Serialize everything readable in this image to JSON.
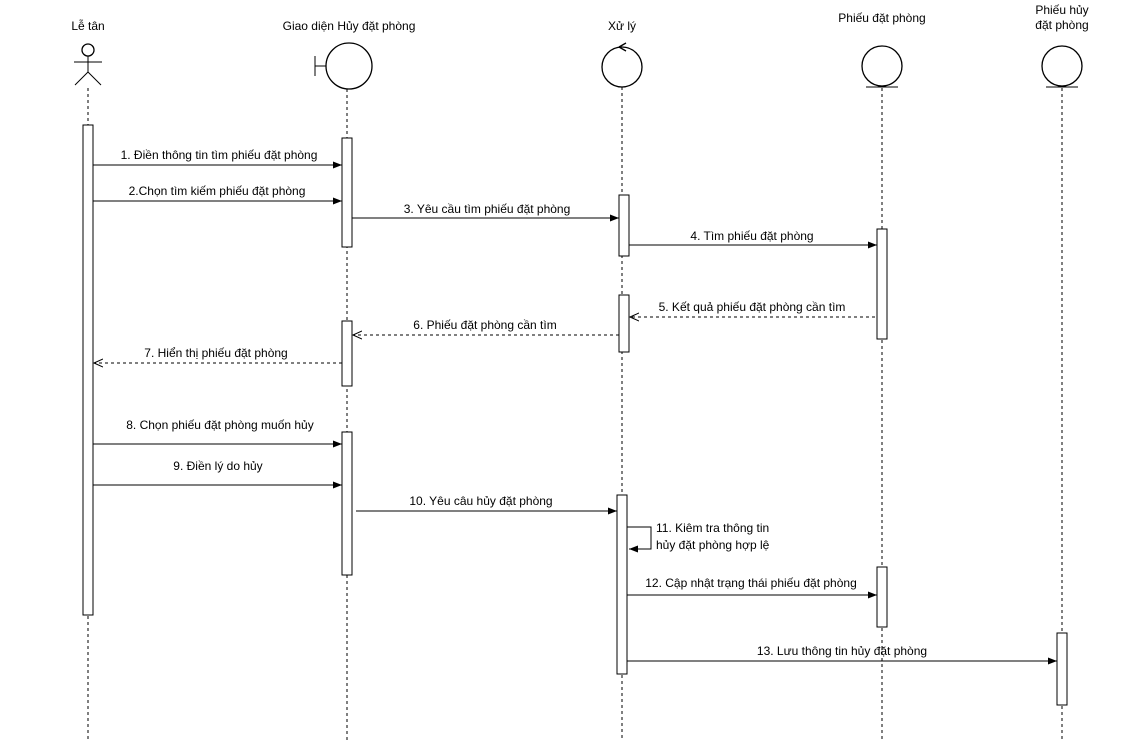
{
  "lifelines": [
    {
      "id": "le_tan",
      "kind": "actor",
      "label_lines": [
        "Lễ tân"
      ]
    },
    {
      "id": "giao_dien",
      "kind": "boundary",
      "label_lines": [
        "Giao diện Hủy đặt phòng"
      ]
    },
    {
      "id": "xu_ly",
      "kind": "control",
      "label_lines": [
        "Xử lý"
      ]
    },
    {
      "id": "phieu_dat",
      "kind": "entity",
      "label_lines": [
        "Phiếu đặt phòng"
      ]
    },
    {
      "id": "phieu_huy",
      "kind": "entity",
      "label_lines": [
        "Phiếu hủy",
        "đặt phòng"
      ]
    }
  ],
  "messages": [
    {
      "id": 1,
      "text": "1. Điền thông tin tìm phiếu đặt phòng",
      "from": "le_tan",
      "to": "giao_dien",
      "style": "sync"
    },
    {
      "id": 2,
      "text": "2.Chọn tìm kiếm phiếu đặt phòng",
      "from": "le_tan",
      "to": "giao_dien",
      "style": "sync"
    },
    {
      "id": 3,
      "text": "3. Yêu cầu tìm phiếu đặt phòng",
      "from": "giao_dien",
      "to": "xu_ly",
      "style": "sync"
    },
    {
      "id": 4,
      "text": "4. Tìm phiếu đặt phòng",
      "from": "xu_ly",
      "to": "phieu_dat",
      "style": "sync"
    },
    {
      "id": 5,
      "text": "5. Kết quả phiếu đặt phòng cần tìm",
      "from": "phieu_dat",
      "to": "xu_ly",
      "style": "return"
    },
    {
      "id": 6,
      "text": "6. Phiếu đặt phòng cần tìm",
      "from": "xu_ly",
      "to": "giao_dien",
      "style": "return"
    },
    {
      "id": 7,
      "text": "7. Hiển thị phiếu đặt phòng",
      "from": "giao_dien",
      "to": "le_tan",
      "style": "return"
    },
    {
      "id": 8,
      "text": "8. Chọn phiếu đặt phòng muốn hủy",
      "from": "le_tan",
      "to": "giao_dien",
      "style": "sync"
    },
    {
      "id": 9,
      "text": "9. Điền lý do hủy",
      "from": "le_tan",
      "to": "giao_dien",
      "style": "sync"
    },
    {
      "id": 10,
      "text": "10. Yêu câu hủy đặt phòng",
      "from": "giao_dien",
      "to": "xu_ly",
      "style": "sync"
    },
    {
      "id": 11,
      "text_lines": [
        "11. Kiêm tra thông tin",
        "hủy đặt phòng hợp lệ"
      ],
      "from": "xu_ly",
      "to": "xu_ly",
      "style": "self"
    },
    {
      "id": 12,
      "text": "12. Cập nhật trạng thái phiếu đặt phòng",
      "from": "xu_ly",
      "to": "phieu_dat",
      "style": "sync"
    },
    {
      "id": 13,
      "text": "13. Lưu thông tin hủy đặt phòng",
      "from": "xu_ly",
      "to": "phieu_huy",
      "style": "sync"
    }
  ]
}
